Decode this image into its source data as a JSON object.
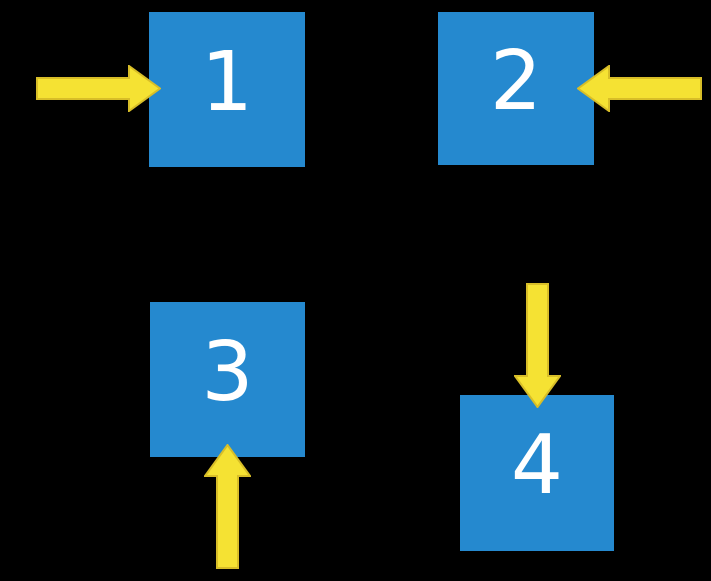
{
  "scene": {
    "description": "Four blue numbered squares on a black slide, each pointed at by a yellow block arrow",
    "colors": {
      "background": "#000000",
      "square_fill": "#2589CF",
      "arrow_fill": "#F5E233",
      "arrow_stroke": "#D8BE28",
      "digit_color": "#FFFFFF"
    }
  },
  "squares": [
    {
      "label": "1"
    },
    {
      "label": "2"
    },
    {
      "label": "3"
    },
    {
      "label": "4"
    }
  ],
  "arrows": [
    {
      "direction": "right",
      "points_at_square": "1",
      "side": "left"
    },
    {
      "direction": "left",
      "points_at_square": "2",
      "side": "right"
    },
    {
      "direction": "up",
      "points_at_square": "3",
      "side": "bottom"
    },
    {
      "direction": "down",
      "points_at_square": "4",
      "side": "top"
    }
  ]
}
